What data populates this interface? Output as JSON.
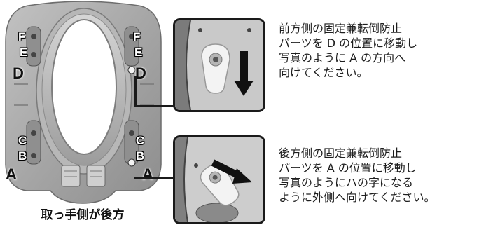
{
  "seat": {
    "caption": "取っ手側が後方",
    "front_left": [
      "F",
      "E",
      "D"
    ],
    "front_right": [
      "F",
      "E",
      "D"
    ],
    "rear_left": [
      "C",
      "B",
      "A"
    ],
    "rear_right": [
      "C",
      "B",
      "A"
    ]
  },
  "instructions": {
    "front": {
      "lines": [
        "前方側の固定兼転倒防止",
        "パーツを D の位置に移動し",
        "写真のように A の方向へ",
        "向けてください。"
      ]
    },
    "rear": {
      "lines": [
        "後方側の固定兼転倒防止",
        "パーツを A の位置に移動し",
        "写真のようにハの字になる",
        "ように外側へ向けてください。"
      ]
    }
  },
  "colors": {
    "seat_plastic": "#a9a9a9",
    "photo_background": "#c8c8c8",
    "part_white": "#f3f3f3",
    "arrow": "#111111"
  }
}
